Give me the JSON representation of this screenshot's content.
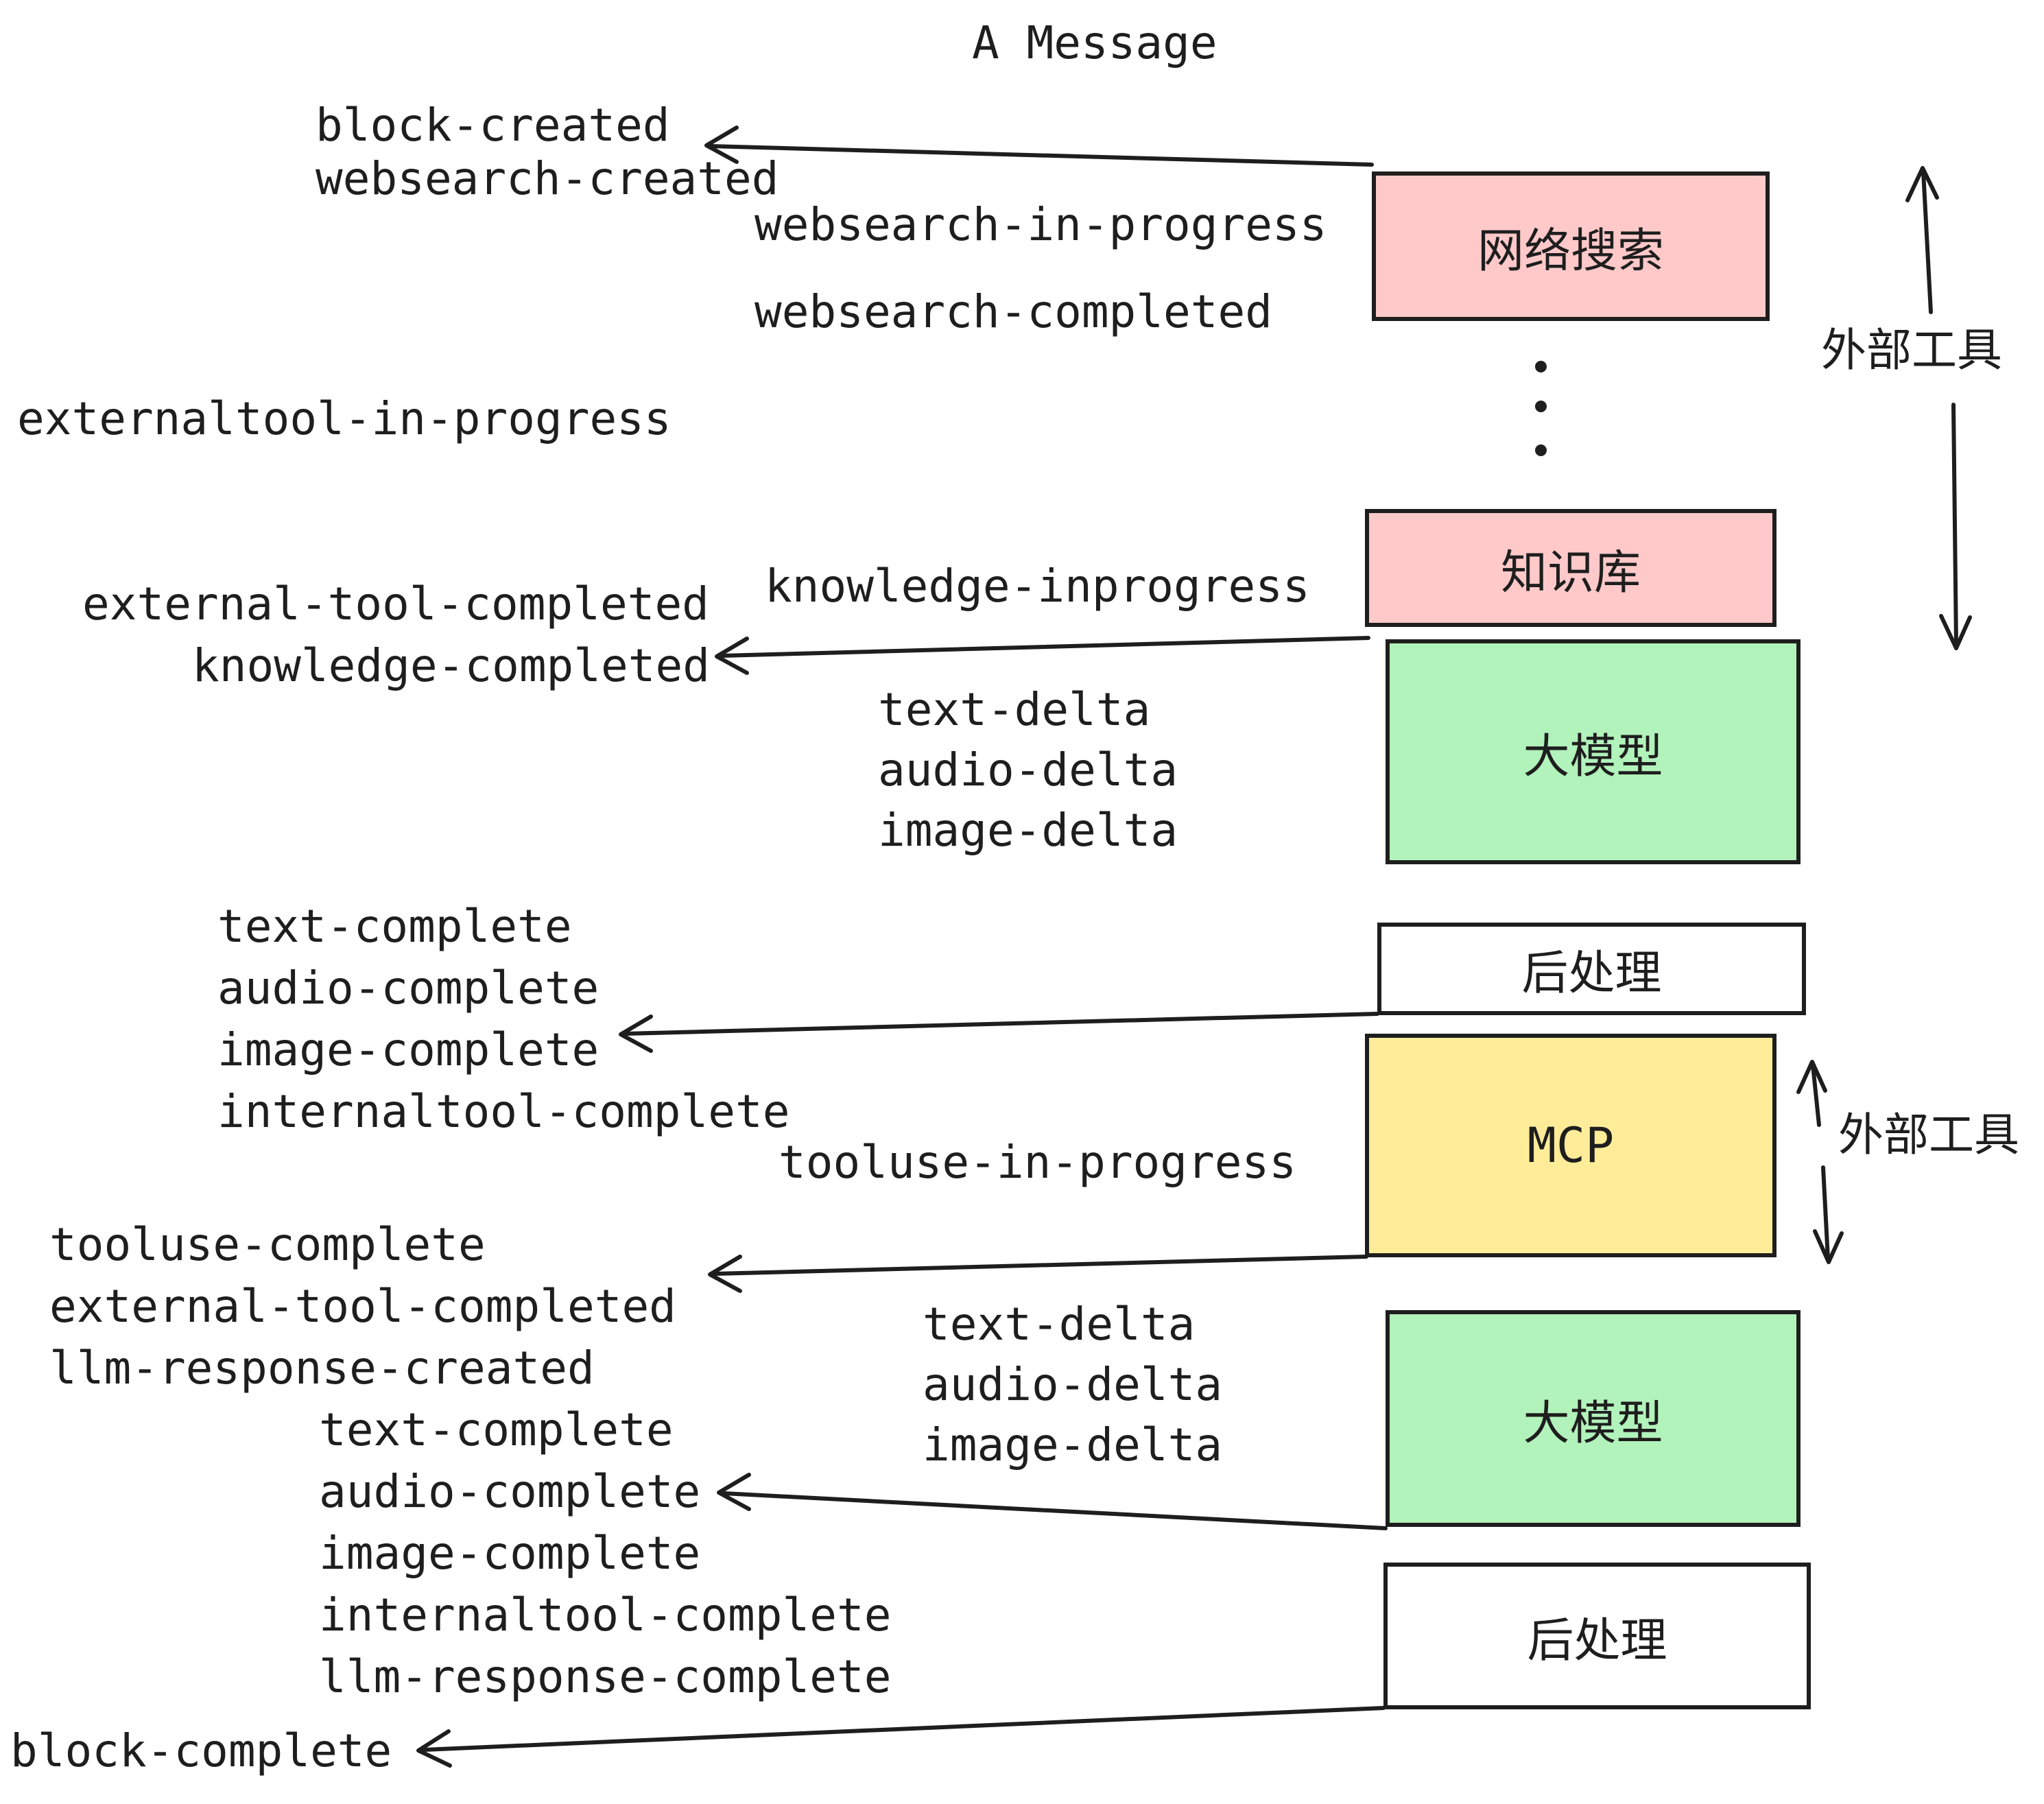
{
  "title": "A Message",
  "colors": {
    "stroke": "#1e1e1e",
    "external_tool_box": "#ffc9c9",
    "llm_box": "#b2f2bb",
    "mcp_box": "#ffec99",
    "post_process_box": "#ffffff",
    "background": "#ffffff"
  },
  "events": {
    "block_created": "block-created",
    "websearch_created": "websearch-created",
    "websearch_in_progress": "websearch-in-progress",
    "websearch_completed": "websearch-completed",
    "externaltool_in_progress": "externaltool-in-progress",
    "knowledge_inprogress": "knowledge-inprogress",
    "external_tool_completed": "external-tool-completed",
    "knowledge_completed": "knowledge-completed",
    "text_delta": "text-delta",
    "audio_delta": "audio-delta",
    "image_delta": "image-delta",
    "text_complete": "text-complete",
    "audio_complete": "audio-complete",
    "image_complete": "image-complete",
    "internaltool_complete": "internaltool-complete",
    "tooluse_in_progress": "tooluse-in-progress",
    "tooluse_complete": "tooluse-complete",
    "llm_response_created": "llm-response-created",
    "llm_response_complete": "llm-response-complete",
    "block_complete": "block-complete"
  },
  "boxes": {
    "websearch": "网络搜索",
    "knowledge": "知识库",
    "llm": "大模型",
    "post_process": "后处理",
    "mcp": "MCP"
  },
  "side_labels": {
    "external_tools": "外部工具"
  }
}
